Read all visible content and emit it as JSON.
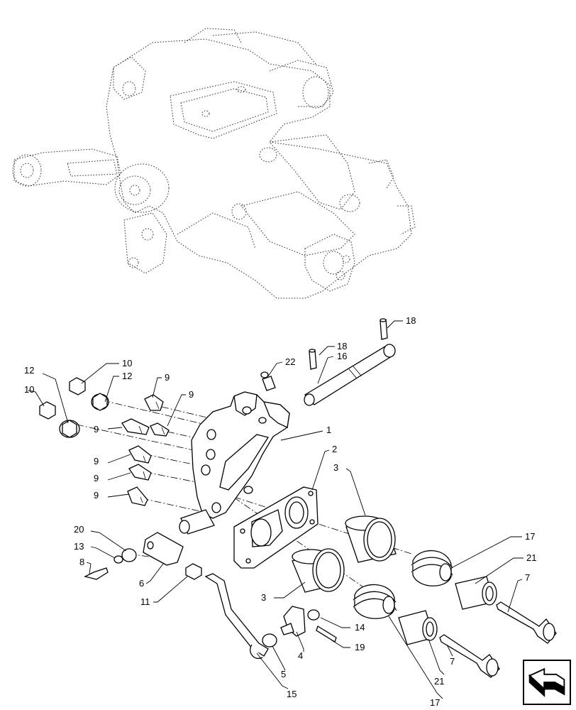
{
  "callouts": [
    "1",
    "2",
    "3",
    "3",
    "4",
    "5",
    "6",
    "7",
    "7",
    "8",
    "9",
    "9",
    "9",
    "9",
    "9",
    "9",
    "10",
    "10",
    "11",
    "12",
    "12",
    "13",
    "14",
    "15",
    "16",
    "17",
    "17",
    "18",
    "18",
    "19",
    "20",
    "21",
    "21",
    "22"
  ],
  "icons": {
    "nav": "return-arrow-icon"
  }
}
